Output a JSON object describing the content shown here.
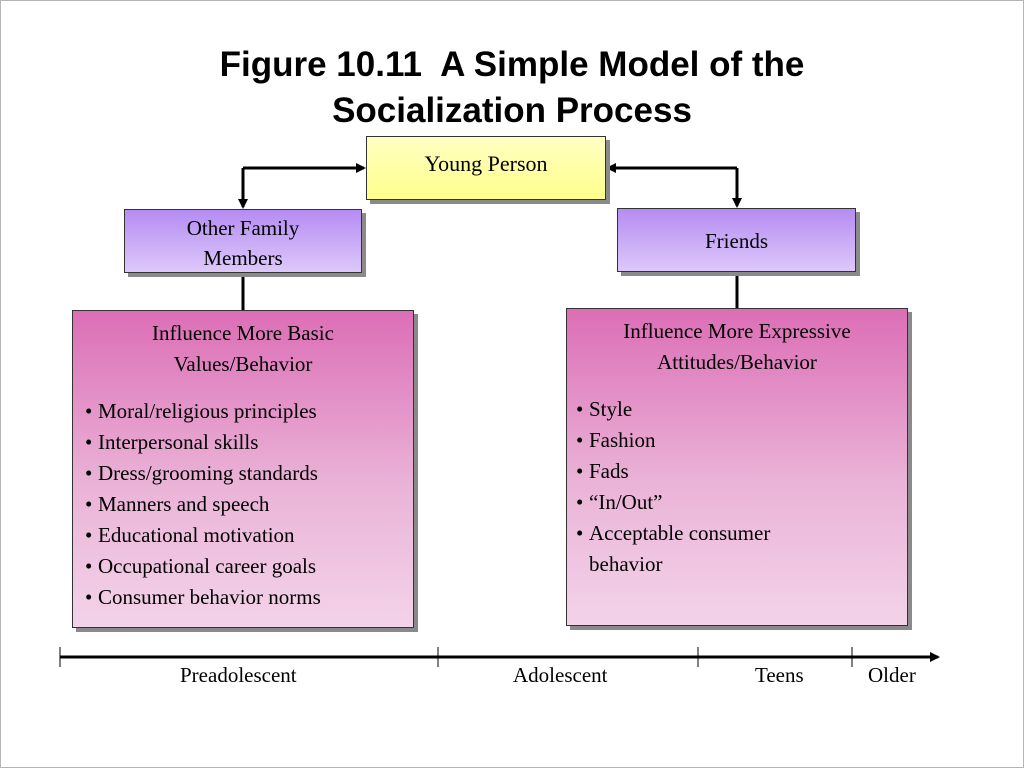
{
  "title": {
    "line1": "Figure 10.11  A Simple Model of the",
    "line2": "Socialization Process"
  },
  "nodes": {
    "young_person": "Young Person",
    "family": {
      "line1": "Other Family",
      "line2": "Members"
    },
    "friends": "Friends"
  },
  "family_influence": {
    "title_line1": "Influence More Basic",
    "title_line2": "Values/Behavior",
    "items": [
      "Moral/religious principles",
      "Interpersonal skills",
      "Dress/grooming standards",
      "Manners and speech",
      "Educational motivation",
      "Occupational career goals",
      "Consumer behavior norms"
    ]
  },
  "friends_influence": {
    "title_line1": "Influence More Expressive",
    "title_line2": "Attitudes/Behavior",
    "items": [
      "Style",
      "Fashion",
      "Fads",
      "“In/Out”",
      "Acceptable consumer",
      "behavior"
    ]
  },
  "bullet_symbol": "•",
  "timeline": {
    "labels": [
      "Preadolescent",
      "Adolescent",
      "Teens",
      "Older"
    ]
  },
  "colors": {
    "young_person_fill": "#ffff99",
    "parent_node_fill": "#c9a8f7",
    "influence_box_fill": "#e69ccd",
    "line_color": "#000000"
  }
}
